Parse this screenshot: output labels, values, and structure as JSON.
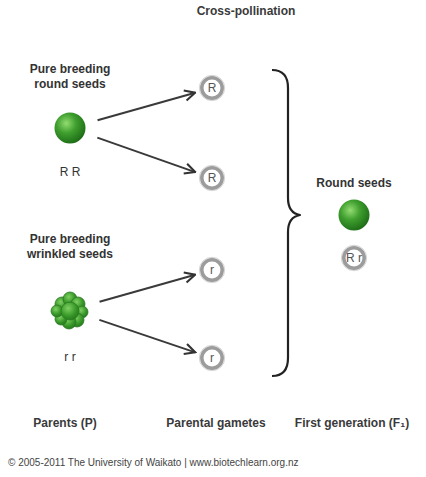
{
  "diagram": {
    "nodes": [
      {
        "text": [
          "Pure breeding round seeds",
          "R R"
        ]
      },
      {
        "text": [
          "Pure breeding wrinkled seeds",
          "r r"
        ]
      },
      {
        "text": [
          "R"
        ]
      },
      {
        "text": [
          "R"
        ]
      },
      {
        "text": [
          "r"
        ]
      },
      {
        "text": [
          "r"
        ]
      },
      {
        "text": [
          "Round seeds"
        ]
      },
      {
        "text": [
          "R r"
        ]
      }
    ],
    "edges": [
      {
        "from": 0,
        "to": 2,
        "arrow": "to"
      },
      {
        "from": 0,
        "to": 3,
        "arrow": "to"
      },
      {
        "from": 1,
        "to": 4,
        "arrow": "to"
      },
      {
        "from": 1,
        "to": 5,
        "arrow": "to"
      }
    ],
    "labels": [
      "Cross-pollination",
      "Parents (P)",
      "Parental gametes",
      "First generation (F₁)",
      "© 2005-2011 The University of Waikato | www.biotechlearn.org.nz"
    ]
  }
}
